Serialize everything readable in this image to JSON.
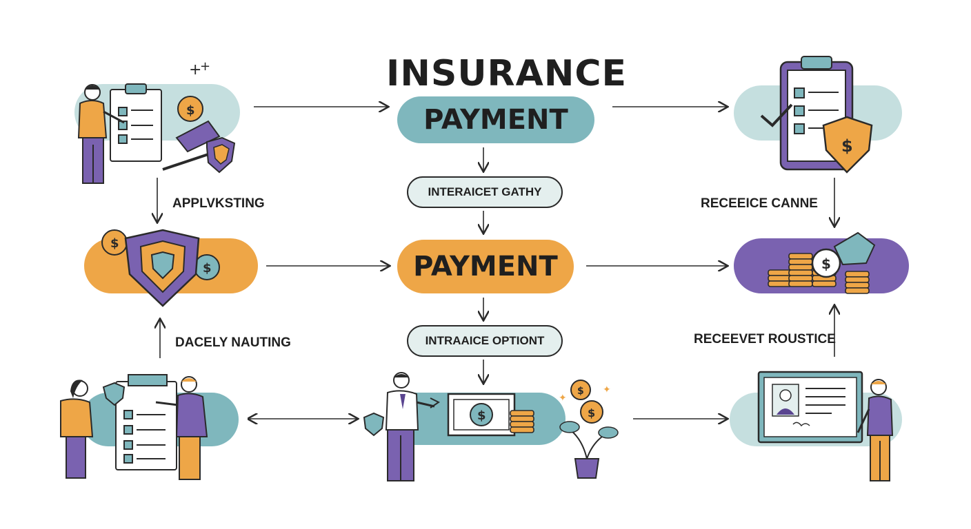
{
  "diagram": {
    "title_line1": "INSURANCE",
    "title_line2": "PAYMENT",
    "center_node": "PAYMENT",
    "interactions": [
      "INTERAICET GATHY",
      "INTRAAICE OPTIONT"
    ],
    "left_labels": [
      "APPLVKSTING",
      "DACELY NAUTING"
    ],
    "right_labels": [
      "RECEEICE CANNE",
      "RECEEVET ROUSTICE"
    ],
    "scenes": [
      "application-checklist",
      "insurance-protection",
      "claim-review-meeting",
      "cash-payment",
      "approved-claim-checklist",
      "coin-stacks-payout",
      "id-card-receipt"
    ]
  },
  "colors": {
    "teal": "#7fb7bd",
    "light_teal": "#c5dfdf",
    "orange": "#eea647",
    "purple": "#7a62b0",
    "dark_purple": "#5a4590",
    "outline": "#2a2a2a"
  },
  "icons": {
    "scene_application": "clipboard-checklist-icon",
    "scene_protection": "shield-icon",
    "scene_meeting": "meeting-icon",
    "scene_payment": "cash-icon",
    "scene_approved": "clipboard-approved-icon",
    "scene_coins": "coin-stack-icon",
    "scene_id": "id-card-icon"
  }
}
